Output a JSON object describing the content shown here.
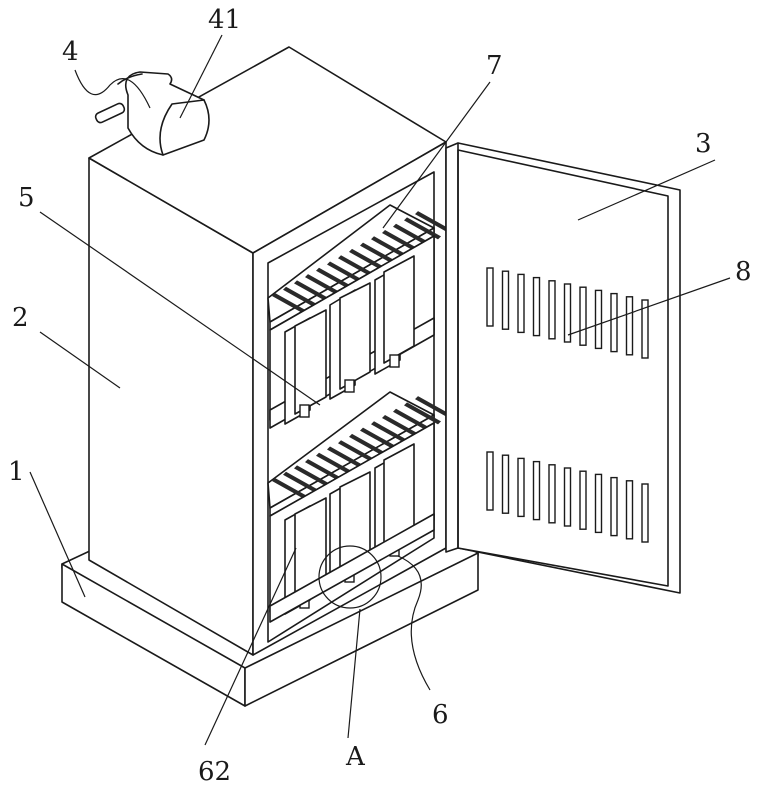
{
  "figure": {
    "type": "patent line drawing",
    "subject": "electrical cabinet with open door, shelves and vent slots",
    "line_color": "#1a1a1a",
    "background": "#ffffff"
  },
  "labels": {
    "l4": "4",
    "l41": "41",
    "l7": "7",
    "l3": "3",
    "l5": "5",
    "l2": "2",
    "l8": "8",
    "l1": "1",
    "l6": "6",
    "l62": "62",
    "lA": "A"
  },
  "door_vents": {
    "upper_row_count": 11,
    "lower_row_count": 11
  }
}
